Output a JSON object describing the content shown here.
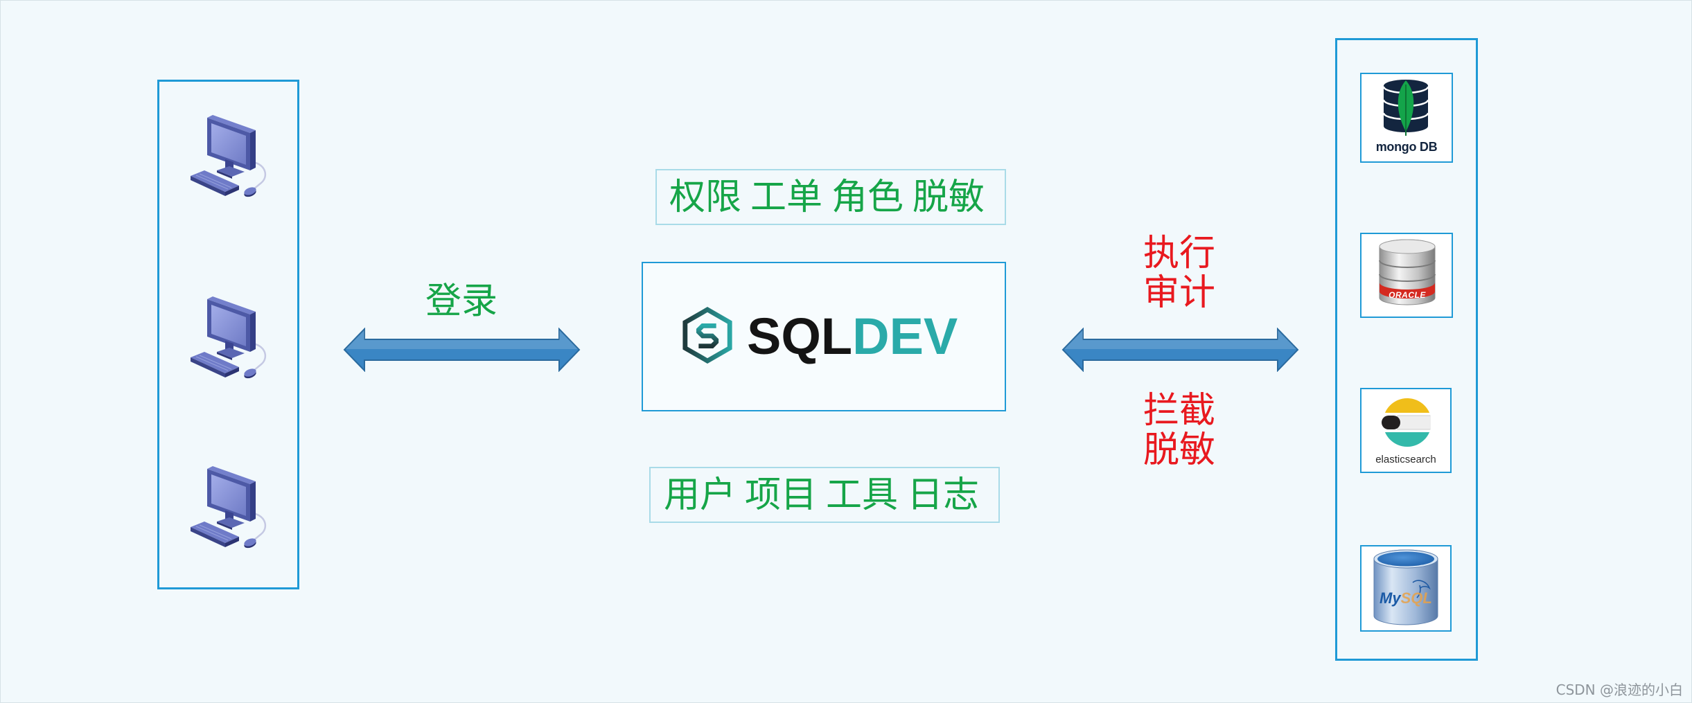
{
  "colors": {
    "background": "#f2f9fc",
    "panel_border": "#1f9ad6",
    "feature_border": "#a9dbe8",
    "green_text": "#16a548",
    "red_text": "#e8191f",
    "arrow_fill": "#3a86c4",
    "logo_teal": "#2aaaa9",
    "logo_dark": "#141414",
    "watermark": "#8e959b"
  },
  "clients": {
    "icons": [
      "desktop-computer-icon",
      "desktop-computer-icon",
      "desktop-computer-icon"
    ]
  },
  "login_arrow": {
    "icon": "double-arrow-icon",
    "label": "登录"
  },
  "sqldev": {
    "top_features": [
      "权限",
      "工单",
      "角色",
      "脱敏"
    ],
    "logo": {
      "icon": "sqldev-hexagon-icon",
      "text_a": "SQL",
      "text_b": "DEV"
    },
    "bottom_features": [
      "用户",
      "项目",
      "工具",
      "日志"
    ]
  },
  "execution_arrow": {
    "icon": "double-arrow-icon",
    "upper_labels": [
      "执行",
      "审计"
    ],
    "lower_labels": [
      "拦截",
      "脱敏"
    ]
  },
  "databases": [
    {
      "icon": "mongodb-icon",
      "label": "mongo DB"
    },
    {
      "icon": "oracle-database-icon",
      "label": "ORACLE"
    },
    {
      "icon": "elasticsearch-icon",
      "label": "elasticsearch"
    },
    {
      "icon": "mysql-database-icon",
      "label_a": "My",
      "label_b": "SQL"
    }
  ],
  "watermark": "CSDN @浪迹的小白"
}
